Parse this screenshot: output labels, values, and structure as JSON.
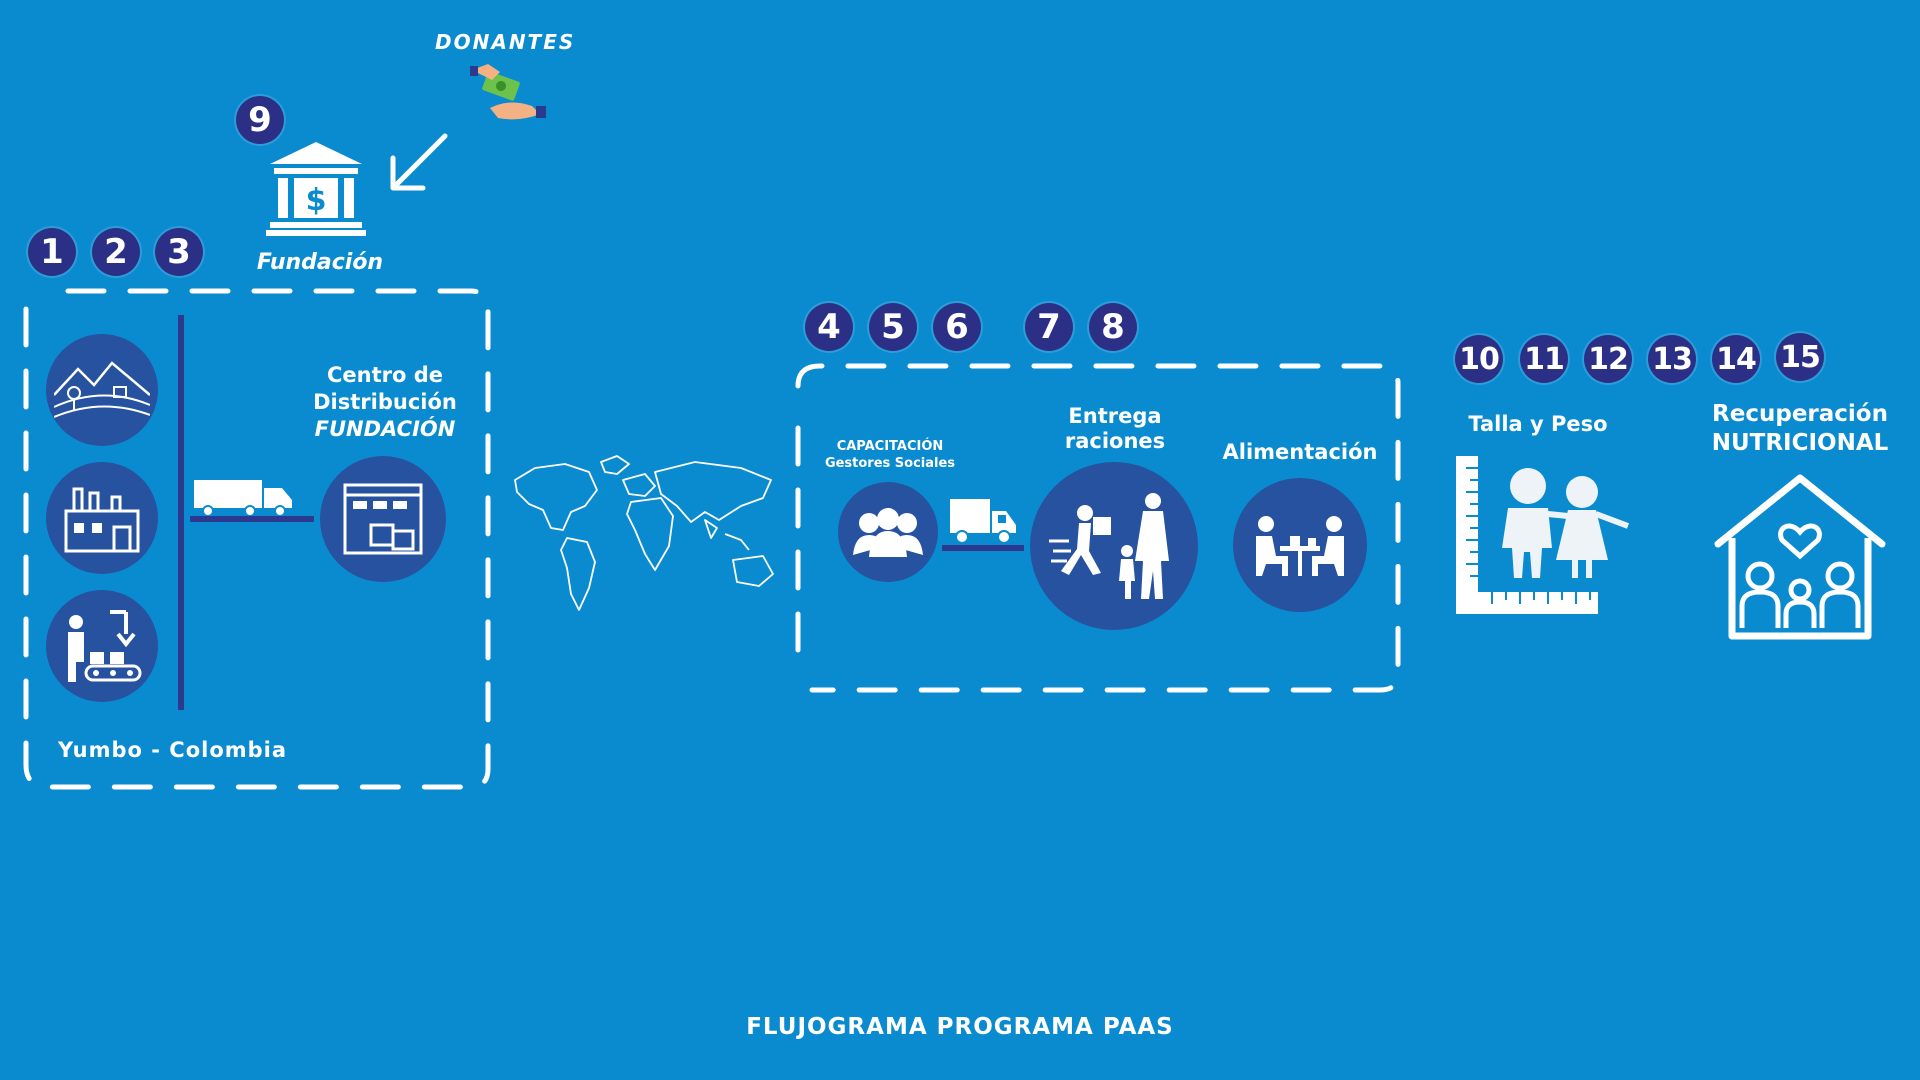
{
  "donors": {
    "label": "DONANTES"
  },
  "foundation": {
    "label": "Fundación",
    "step": "9"
  },
  "production": {
    "steps": [
      "1",
      "2",
      "3"
    ],
    "location": "Yumbo - Colombia",
    "center_line1": "Centro de",
    "center_line2": "Distribución",
    "center_line3": "FUNDACIÓN"
  },
  "distribution": {
    "steps_a": [
      "4",
      "5",
      "6"
    ],
    "steps_b": [
      "7",
      "8"
    ],
    "training_line1": "CAPACITACIÓN",
    "training_line2": "Gestores Sociales",
    "delivery_line1": "Entrega",
    "delivery_line2": "raciones",
    "feeding": "Alimentación"
  },
  "outcomes": {
    "steps": [
      "10",
      "11",
      "12",
      "13",
      "14",
      "15"
    ],
    "height_weight": "Talla y Peso",
    "recovery_line1": "Recuperación",
    "recovery_line2": "NUTRICIONAL"
  },
  "footer": {
    "title": "FLUJOGRAMA PROGRAMA PAAS"
  },
  "colors": {
    "background": "#0a8bd0",
    "badge": "#2b2f86",
    "circle": "#27529f",
    "line": "#2b3a8f"
  }
}
